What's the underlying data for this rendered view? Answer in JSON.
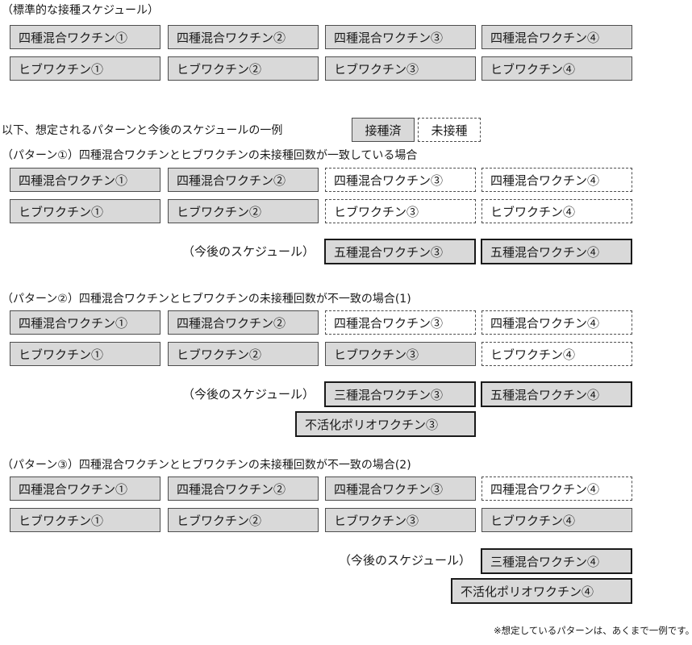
{
  "standard": {
    "title": "（標準的な接種スケジュール）",
    "row1": [
      {
        "text": "四種混合ワクチン①",
        "status": "done"
      },
      {
        "text": "四種混合ワクチン②",
        "status": "done"
      },
      {
        "text": "四種混合ワクチン③",
        "status": "done"
      },
      {
        "text": "四種混合ワクチン④",
        "status": "done"
      }
    ],
    "row2": [
      {
        "text": "ヒブワクチン①",
        "status": "done"
      },
      {
        "text": "ヒブワクチン②",
        "status": "done"
      },
      {
        "text": "ヒブワクチン③",
        "status": "done"
      },
      {
        "text": "ヒブワクチン④",
        "status": "done"
      }
    ]
  },
  "intro": {
    "text": "以下、想定されるパターンと今後のスケジュールの一例",
    "legend_done": "接種済",
    "legend_notyet": "未接種"
  },
  "pattern1": {
    "title": "（パターン①）四種混合ワクチンとヒブワクチンの未接種回数が一致している場合",
    "row1": [
      {
        "text": "四種混合ワクチン①",
        "status": "done"
      },
      {
        "text": "四種混合ワクチン②",
        "status": "done"
      },
      {
        "text": "四種混合ワクチン③",
        "status": "notyet"
      },
      {
        "text": "四種混合ワクチン④",
        "status": "notyet"
      }
    ],
    "row2": [
      {
        "text": "ヒブワクチン①",
        "status": "done"
      },
      {
        "text": "ヒブワクチン②",
        "status": "done"
      },
      {
        "text": "ヒブワクチン③",
        "status": "notyet"
      },
      {
        "text": "ヒブワクチン④",
        "status": "notyet"
      }
    ],
    "schedule_label": "（今後のスケジュール）",
    "future": [
      "五種混合ワクチン③",
      "五種混合ワクチン④"
    ]
  },
  "pattern2": {
    "title": "（パターン②）四種混合ワクチンとヒブワクチンの未接種回数が不一致の場合(1)",
    "row1": [
      {
        "text": "四種混合ワクチン①",
        "status": "done"
      },
      {
        "text": "四種混合ワクチン②",
        "status": "done"
      },
      {
        "text": "四種混合ワクチン③",
        "status": "notyet"
      },
      {
        "text": "四種混合ワクチン④",
        "status": "notyet"
      }
    ],
    "row2": [
      {
        "text": "ヒブワクチン①",
        "status": "done"
      },
      {
        "text": "ヒブワクチン②",
        "status": "done"
      },
      {
        "text": "ヒブワクチン③",
        "status": "done"
      },
      {
        "text": "ヒブワクチン④",
        "status": "notyet"
      }
    ],
    "schedule_label": "（今後のスケジュール）",
    "future": [
      "三種混合ワクチン③",
      "五種混合ワクチン④",
      "不活化ポリオワクチン③"
    ]
  },
  "pattern3": {
    "title": "（パターン③）四種混合ワクチンとヒブワクチンの未接種回数が不一致の場合(2)",
    "row1": [
      {
        "text": "四種混合ワクチン①",
        "status": "done"
      },
      {
        "text": "四種混合ワクチン②",
        "status": "done"
      },
      {
        "text": "四種混合ワクチン③",
        "status": "done"
      },
      {
        "text": "四種混合ワクチン④",
        "status": "notyet"
      }
    ],
    "row2": [
      {
        "text": "ヒブワクチン①",
        "status": "done"
      },
      {
        "text": "ヒブワクチン②",
        "status": "done"
      },
      {
        "text": "ヒブワクチン③",
        "status": "done"
      },
      {
        "text": "ヒブワクチン④",
        "status": "done"
      }
    ],
    "schedule_label": "（今後のスケジュール）",
    "future": [
      "三種混合ワクチン④",
      "不活化ポリオワクチン④"
    ]
  },
  "footnote": "※想定しているパターンは、あくまで一例です。",
  "colors": {
    "done_fill": "#d9d9d9",
    "notyet_fill": "#ffffff",
    "border": "#4d4d4d",
    "future_border": "#1a1a1a"
  }
}
